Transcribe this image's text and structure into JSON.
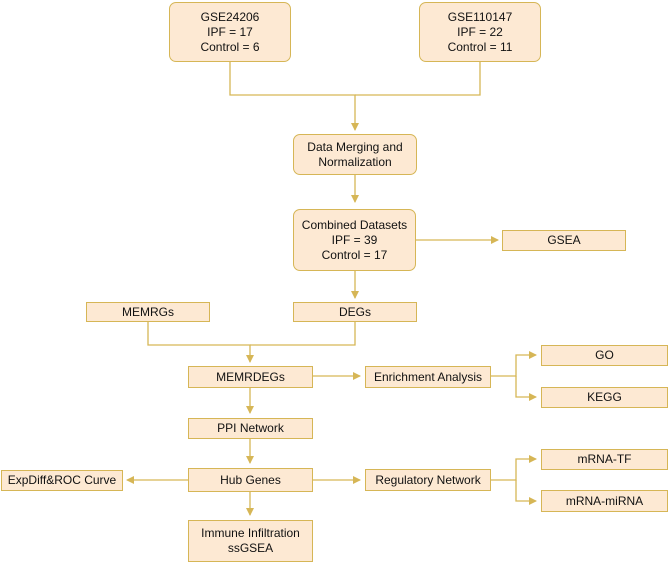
{
  "colors": {
    "box_fill": "#fde9d3",
    "box_border": "#d6b656",
    "arrow": "#d6b656",
    "text": "#111111"
  },
  "nodes": {
    "gse24206": {
      "lines": [
        "GSE24206",
        "IPF = 17",
        "Control = 6"
      ]
    },
    "gse110147": {
      "lines": [
        "GSE110147",
        "IPF = 22",
        "Control = 11"
      ]
    },
    "merge": {
      "lines": [
        "Data Merging and",
        "Normalization"
      ]
    },
    "combined": {
      "lines": [
        "Combined Datasets",
        "IPF = 39",
        "Control = 17"
      ]
    },
    "gsea": {
      "lines": [
        "GSEA"
      ]
    },
    "memrgs": {
      "lines": [
        "MEMRGs"
      ]
    },
    "degs": {
      "lines": [
        "DEGs"
      ]
    },
    "memrdegs": {
      "lines": [
        "MEMRDEGs"
      ]
    },
    "enrichment": {
      "lines": [
        "Enrichment Analysis"
      ]
    },
    "go": {
      "lines": [
        "GO"
      ]
    },
    "kegg": {
      "lines": [
        "KEGG"
      ]
    },
    "ppi": {
      "lines": [
        "PPI Network"
      ]
    },
    "hub": {
      "lines": [
        "Hub Genes"
      ]
    },
    "expdiff": {
      "lines": [
        "ExpDiff&ROC Curve"
      ]
    },
    "regulatory": {
      "lines": [
        "Regulatory Network"
      ]
    },
    "mrna_tf": {
      "lines": [
        "mRNA-TF"
      ]
    },
    "mrna_mirna": {
      "lines": [
        "mRNA-miRNA"
      ]
    },
    "immune": {
      "lines": [
        "Immune Infiltration",
        "ssGSEA"
      ]
    }
  }
}
